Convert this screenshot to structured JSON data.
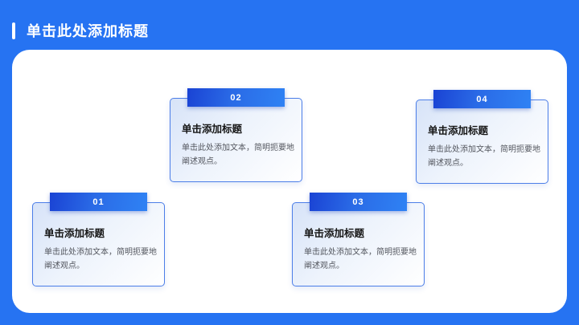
{
  "header": {
    "title": "单击此处添加标题"
  },
  "colors": {
    "background": "#2673f2",
    "panel": "#ffffff",
    "badge_gradient_start": "#1a43d4",
    "badge_gradient_end": "#2f82f4",
    "card_border": "#4c7ee8",
    "card_gradient_start": "#d7e3f8",
    "card_gradient_end": "#ffffff",
    "card_title_text": "#151515",
    "card_body_text": "#53565e"
  },
  "cards": [
    {
      "number": "01",
      "title": "单击添加标题",
      "body": "单击此处添加文本，简明扼要地阐述观点。"
    },
    {
      "number": "02",
      "title": "单击添加标题",
      "body": "单击此处添加文本，简明扼要地阐述观点。"
    },
    {
      "number": "03",
      "title": "单击添加标题",
      "body": "单击此处添加文本，简明扼要地阐述观点。"
    },
    {
      "number": "04",
      "title": "单击添加标题",
      "body": "单击此处添加文本，简明扼要地阐述观点。"
    }
  ]
}
